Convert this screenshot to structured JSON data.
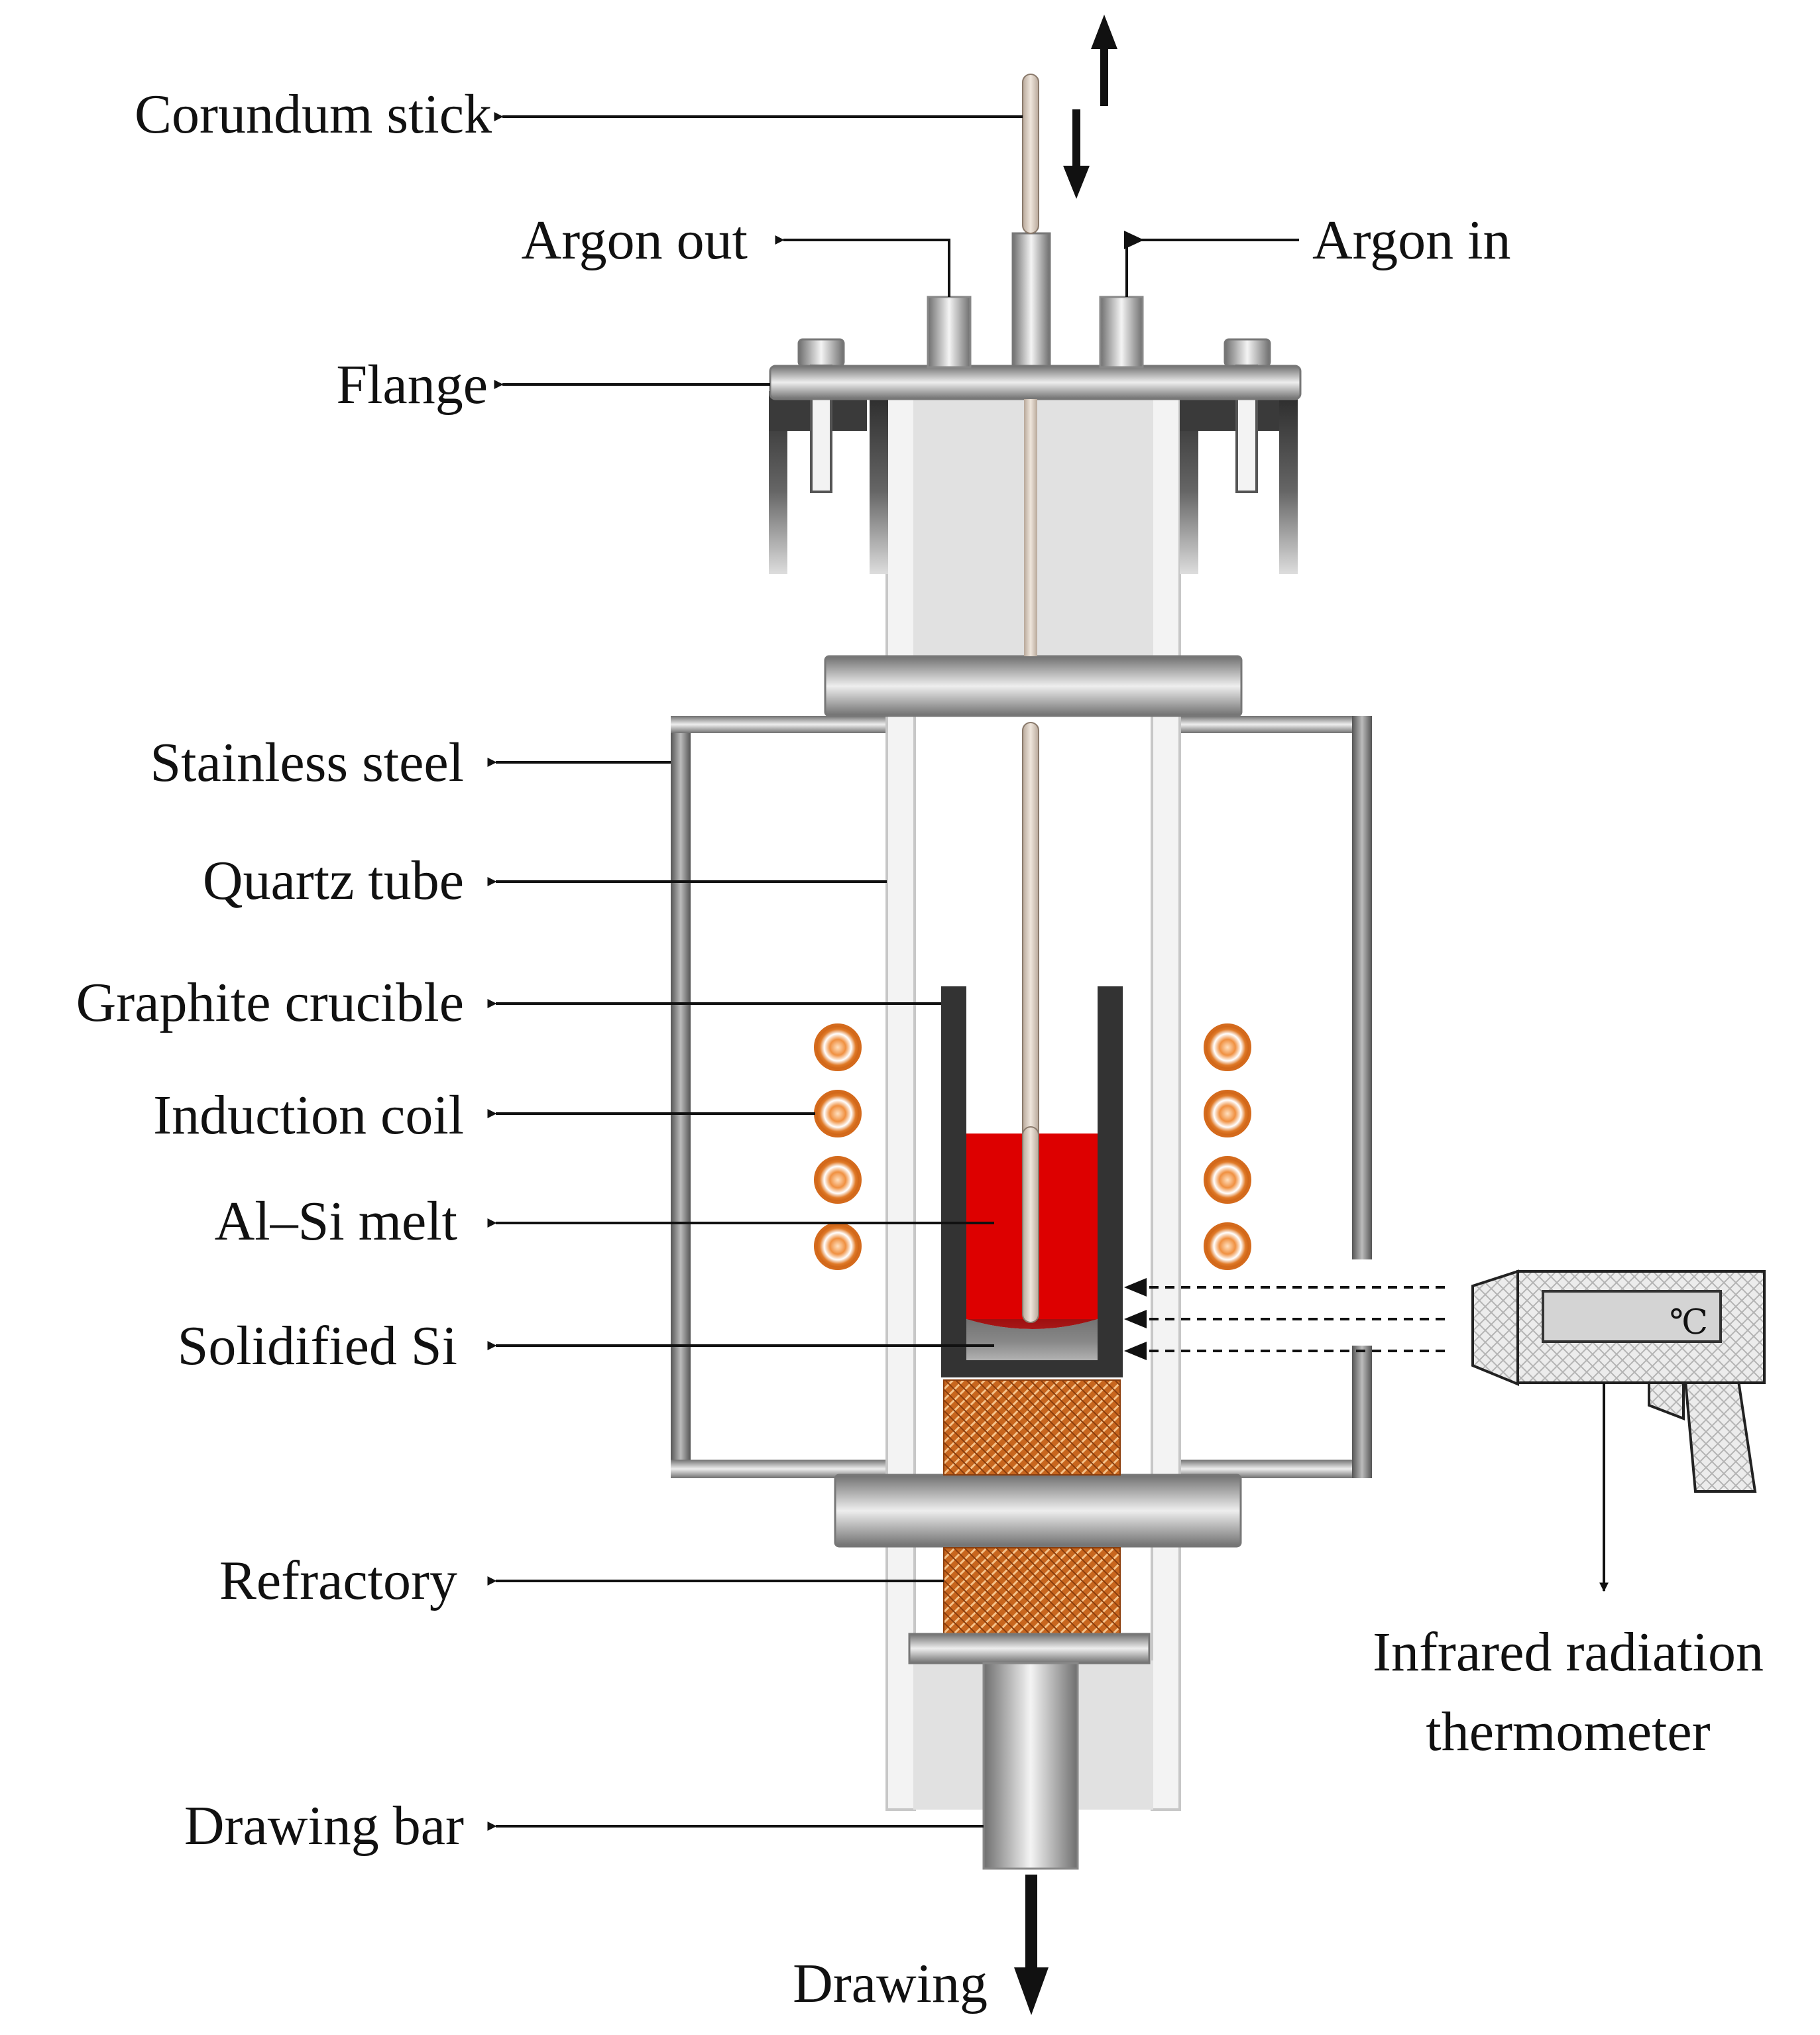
{
  "labels": {
    "corundum_stick": "Corundum stick",
    "argon_out": "Argon out",
    "argon_in": "Argon in",
    "flange": "Flange",
    "stainless_steel": "Stainless steel",
    "quartz_tube": "Quartz tube",
    "graphite_crucible": "Graphite crucible",
    "induction_coil": "Induction coil",
    "al_si_melt": "Al–Si melt",
    "solidified_si": "Solidified Si",
    "refractory": "Refractory",
    "drawing_bar": "Drawing bar",
    "drawing": "Drawing",
    "thermometer_line1": "Infrared radiation",
    "thermometer_line2": "thermometer",
    "thermometer_unit": "℃"
  },
  "colors": {
    "melt": "#dd0000",
    "coil": "#e07a28",
    "refractory": "#c8661e",
    "crucible": "#333333",
    "steel": "#8a8a8a"
  }
}
